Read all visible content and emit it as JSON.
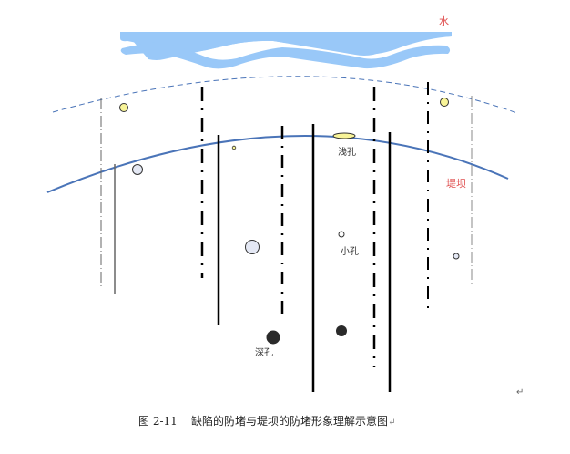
{
  "labels": {
    "water": "水",
    "dam": "堤坝",
    "shallow_hole": "浅孔",
    "small_hole": "小孔",
    "deep_hole": "深孔"
  },
  "caption": {
    "number": "图 2-11",
    "text": "缺陷的防堵与堤坝的防堵形象理解示意图"
  },
  "colors": {
    "water": "#99c8f8",
    "dam_line": "#4a74b8",
    "label_red": "#e05050",
    "yellow_defect": "#f8f498",
    "dark_defect": "#2a2a2a"
  }
}
